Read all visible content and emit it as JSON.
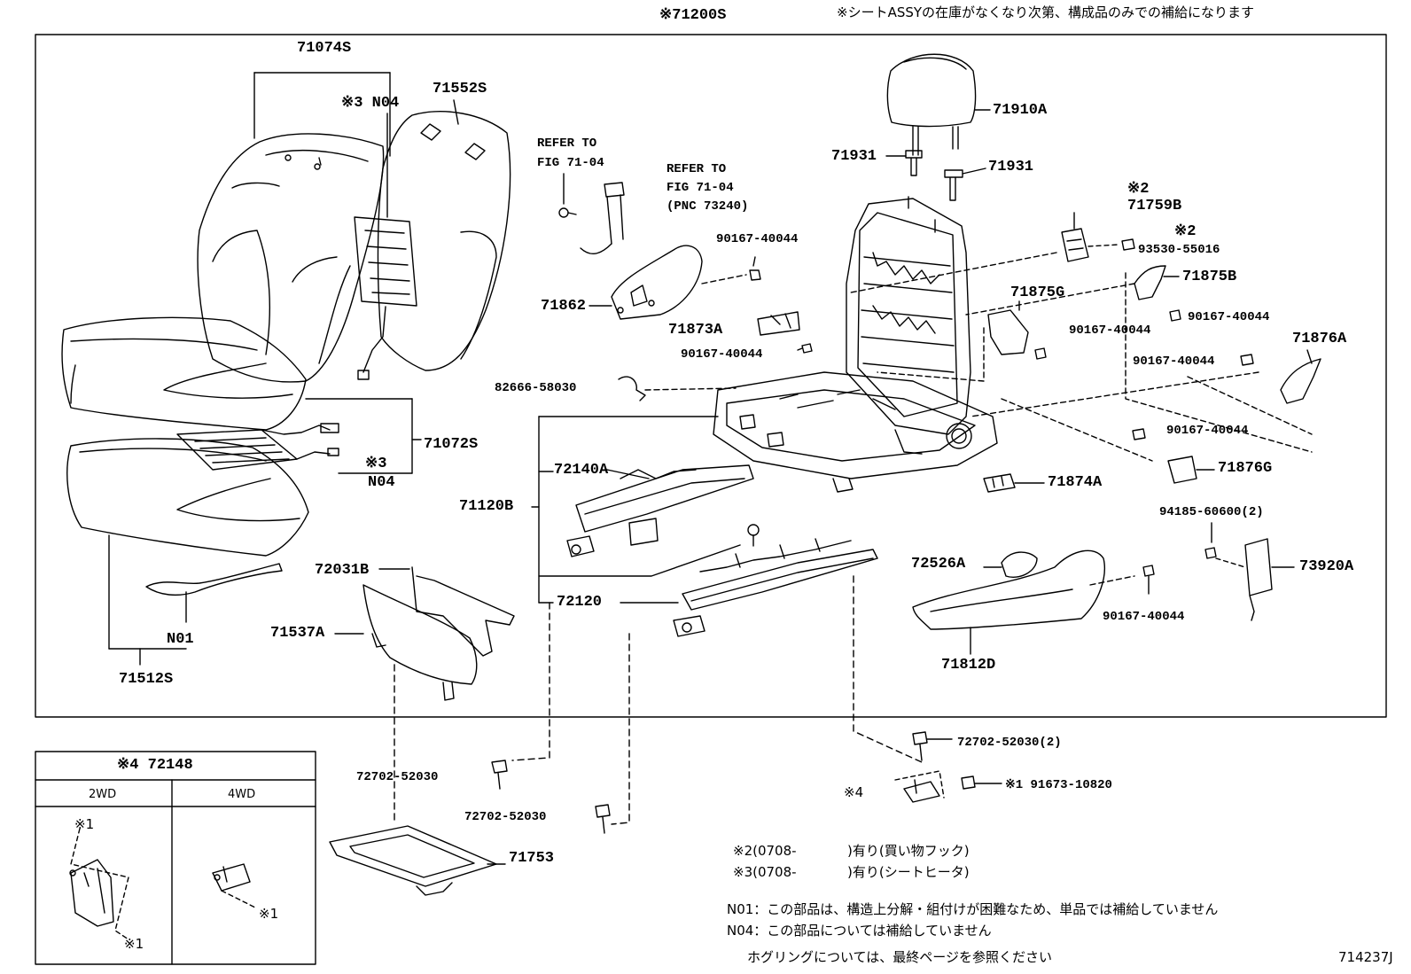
{
  "header": {
    "main_assy": "※71200S",
    "stock_note": "※シートASSYの在庫がなくなり次第、構成品のみでの補給になります"
  },
  "parts": {
    "p71074S": "71074S",
    "p71552S": "71552S",
    "n04_top": "※3 N04",
    "p71072S": "71072S",
    "n04_mid_mark": "※3",
    "n04_mid": "N04",
    "n01": "N01",
    "p71512S": "71512S",
    "refer1_a": "REFER TO",
    "refer1_b": "FIG 71-04",
    "refer2_a": "REFER TO",
    "refer2_b": "FIG 71-04",
    "refer2_c": "(PNC 73240)",
    "p90167_a": "90167-40044",
    "p71862": "71862",
    "p71873A": "71873A",
    "p90167_b": "90167-40044",
    "p82666": "82666-58030",
    "p71910A": "71910A",
    "p71931_l": "71931",
    "p71931_r": "71931",
    "mark2_a": "※2",
    "p71759B": "71759B",
    "mark2_b": "※2",
    "p93530": "93530-55016",
    "p71875B": "71875B",
    "p71875G": "71875G",
    "p90167_c": "90167-40044",
    "p90167_d": "90167-40044",
    "p71876A": "71876A",
    "p90167_e": "90167-40044",
    "p90167_f": "90167-40044",
    "p71876G": "71876G",
    "p71874A": "71874A",
    "p72140A": "72140A",
    "p71120B": "71120B",
    "p72120": "72120",
    "p72031B": "72031B",
    "p71537A": "71537A",
    "p72526A": "72526A",
    "p94185": "94185-60600(2)",
    "p73920A": "73920A",
    "p90167_g": "90167-40044",
    "p71812D": "71812D",
    "p72702_a": "72702-52030",
    "p72702_b": "72702-52030",
    "p72702_c": "72702-52030(2)",
    "p71753": "71753",
    "mark4": "※4",
    "p91673": "※1 91673-10820"
  },
  "inset": {
    "title": "※4 72148",
    "col_2wd": "2WD",
    "col_4wd": "4WD",
    "m1_a": "※1",
    "m1_b": "※1",
    "m1_c": "※1"
  },
  "notes": {
    "n2_code": "※2(0708-",
    "n2_text": ")有り(買い物フック)",
    "n3_code": "※3(0708-",
    "n3_text": ")有り(シートヒータ)",
    "n01_text": "N01：この部品は、構造上分解・組付けが困難なため、単品では補給していません",
    "n04_text": "N04：この部品については補給していません",
    "hog_text": "ホグリングについては、最終ページを参照ください",
    "fig_id": "714237J"
  }
}
